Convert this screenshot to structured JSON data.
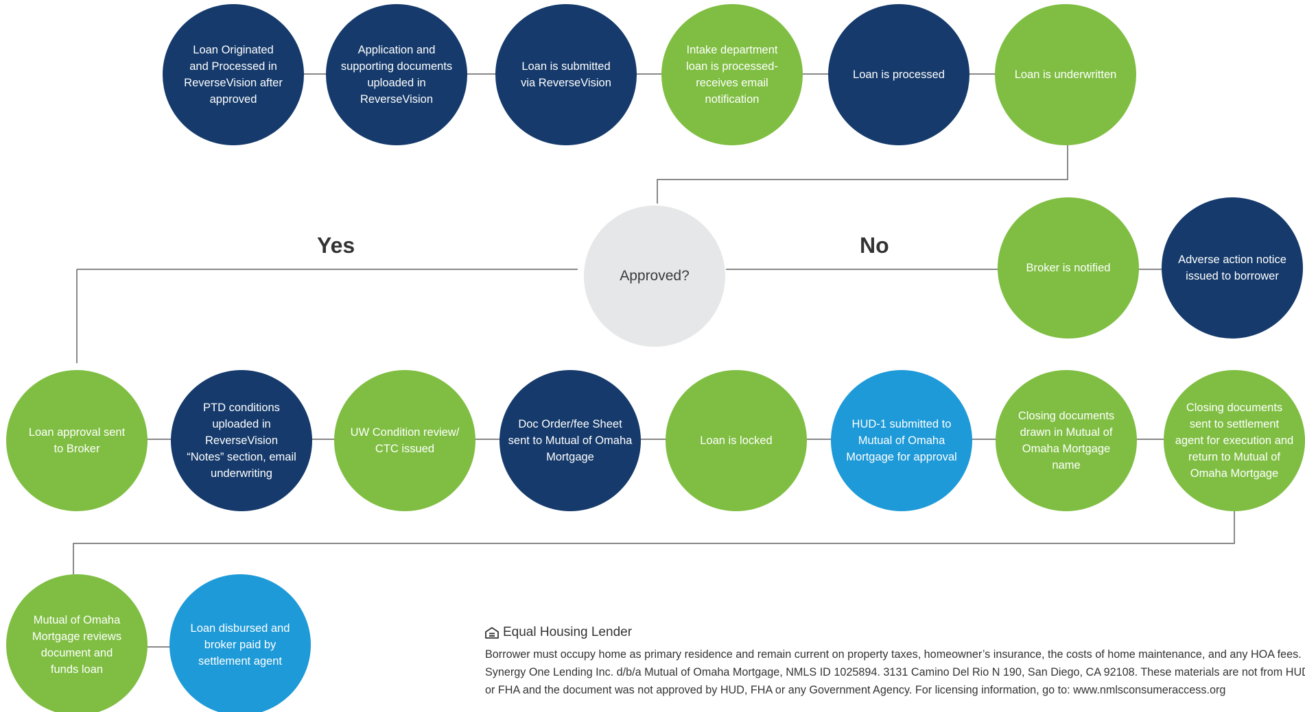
{
  "colors": {
    "navy": "#153a6b",
    "green": "#7fbe42",
    "blue": "#1e9ad8",
    "gray": "#e6e7e8",
    "line": "#888888"
  },
  "decision": {
    "label": "Approved?",
    "yes": "Yes",
    "no": "No"
  },
  "steps": {
    "originated": "Loan Originated\nand Processed in\nReverseVision after\napproved",
    "uploaded": "Application and\nsupporting documents\nuploaded in\nReverseVision",
    "submitted": "Loan is submitted\nvia ReverseVision",
    "intake": "Intake department\nloan is processed-\nreceives email\nnotification",
    "processed": "Loan is processed",
    "underwritten": "Loan is underwritten",
    "broker_notified": "Broker is notified",
    "adverse_action": "Adverse action notice\nissued to borrower",
    "approval_sent": "Loan approval sent\nto Broker",
    "ptd_conditions": "PTD conditions\nuploaded in ReverseVision\n“Notes” section, email\nunderwriting",
    "uw_review": "UW Condition review/\nCTC issued",
    "doc_order": "Doc Order/fee Sheet\nsent to Mutual of Omaha\nMortgage",
    "locked": "Loan is locked",
    "hud1": "HUD-1 submitted to\nMutual of Omaha\nMortgage for approval",
    "closing_drawn": "Closing documents\ndrawn in Mutual of\nOmaha Mortgage\nname",
    "closing_sent": "Closing documents\nsent to settlement\nagent for execution and\nreturn to Mutual of\nOmaha Mortgage",
    "reviews_funds": "Mutual of Omaha\nMortgage reviews\ndocument and\nfunds loan",
    "disbursed": "Loan disbursed and\nbroker paid by\nsettlement agent"
  },
  "footer": {
    "equal_housing": "Equal Housing Lender",
    "disclaimer": [
      "Borrower must occupy home as primary residence and remain current on property taxes, homeowner’s insurance, the costs of home maintenance, and any HOA fees.",
      "Synergy One Lending Inc. d/b/a Mutual of Omaha Mortgage, NMLS ID 1025894. 3131 Camino Del Rio N 190, San Diego, CA 92108.  These materials are not from HUD",
      "or FHA and the document was not approved by HUD, FHA or any Government Agency.  For licensing information, go to: www.nmlsconsumeraccess.org"
    ],
    "icon": "equal-housing-house-icon"
  }
}
